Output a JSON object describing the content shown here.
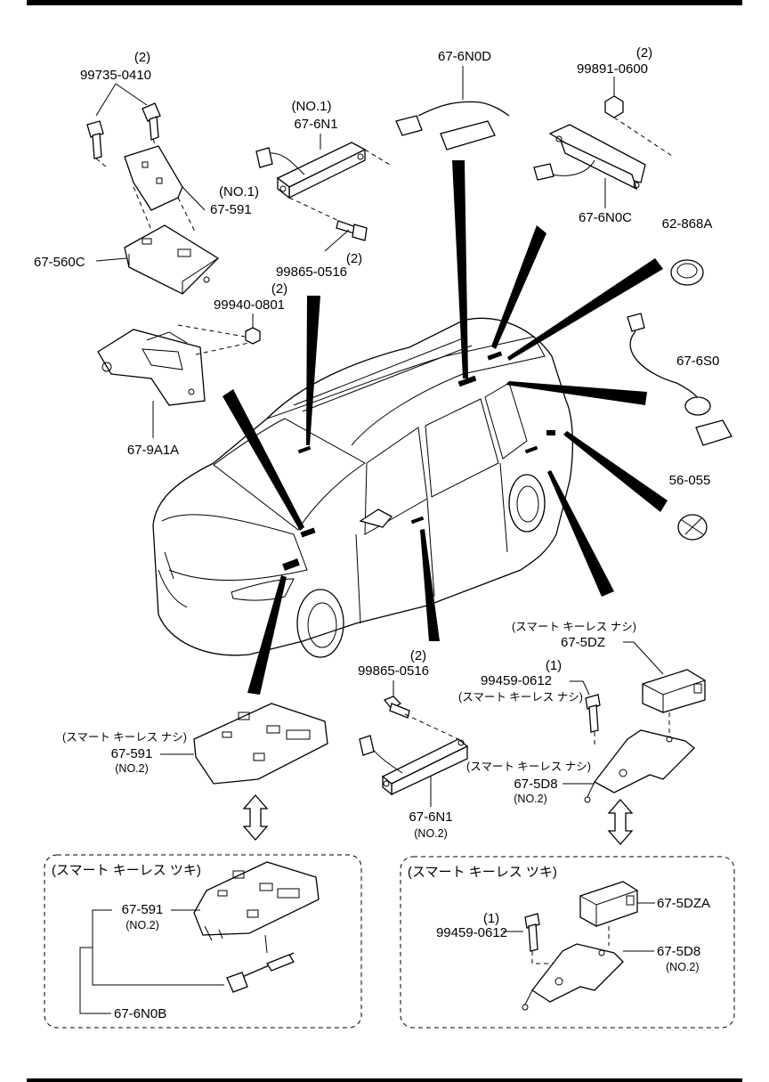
{
  "parts": {
    "p99735": {
      "qty": "(2)",
      "code": "99735-0410"
    },
    "p6N0D": {
      "code": "67-6N0D"
    },
    "p99891": {
      "qty": "(2)",
      "code": "99891-0600"
    },
    "p6N1a": {
      "note": "(NO.1)",
      "code": "67-6N1"
    },
    "p591a": {
      "note": "(NO.1)",
      "code": "67-591"
    },
    "p6N0C": {
      "code": "67-6N0C"
    },
    "p868A": {
      "code": "62-868A"
    },
    "p560C": {
      "code": "67-560C"
    },
    "p99865a": {
      "qty": "(2)",
      "code": "99865-0516"
    },
    "p99940": {
      "qty": "(2)",
      "code": "99940-0801"
    },
    "p6S0": {
      "code": "67-6S0"
    },
    "p9A1A": {
      "code": "67-9A1A"
    },
    "p56055": {
      "code": "56-055"
    },
    "p5DZ": {
      "note": "(スマート キーレス ナシ)",
      "code": "67-5DZ"
    },
    "p99459a": {
      "qty": "(1)",
      "code": "99459-0612",
      "note": "(スマート キーレス ナシ)"
    },
    "p99865b": {
      "qty": "(2)",
      "code": "99865-0516"
    },
    "p591b": {
      "note": "(スマート キーレス ナシ)",
      "code": "67-591",
      "sub": "(NO.2)"
    },
    "p5D8a": {
      "note": "(スマート キーレス ナシ)",
      "code": "67-5D8",
      "sub": "(NO.2)"
    },
    "p6N1b": {
      "code": "67-6N1",
      "sub": "(NO.2)"
    }
  },
  "box_left": {
    "title": "(スマート キーレス ツキ)",
    "p591c": {
      "code": "67-591",
      "sub": "(NO.2)"
    },
    "p6N0B": {
      "code": "67-6N0B"
    }
  },
  "box_right": {
    "title": "(スマート キーレス ツキ)",
    "p5DZA": {
      "code": "67-5DZA"
    },
    "p99459b": {
      "qty": "(1)",
      "code": "99459-0612"
    },
    "p5D8b": {
      "code": "67-5D8",
      "sub": "(NO.2)"
    }
  }
}
